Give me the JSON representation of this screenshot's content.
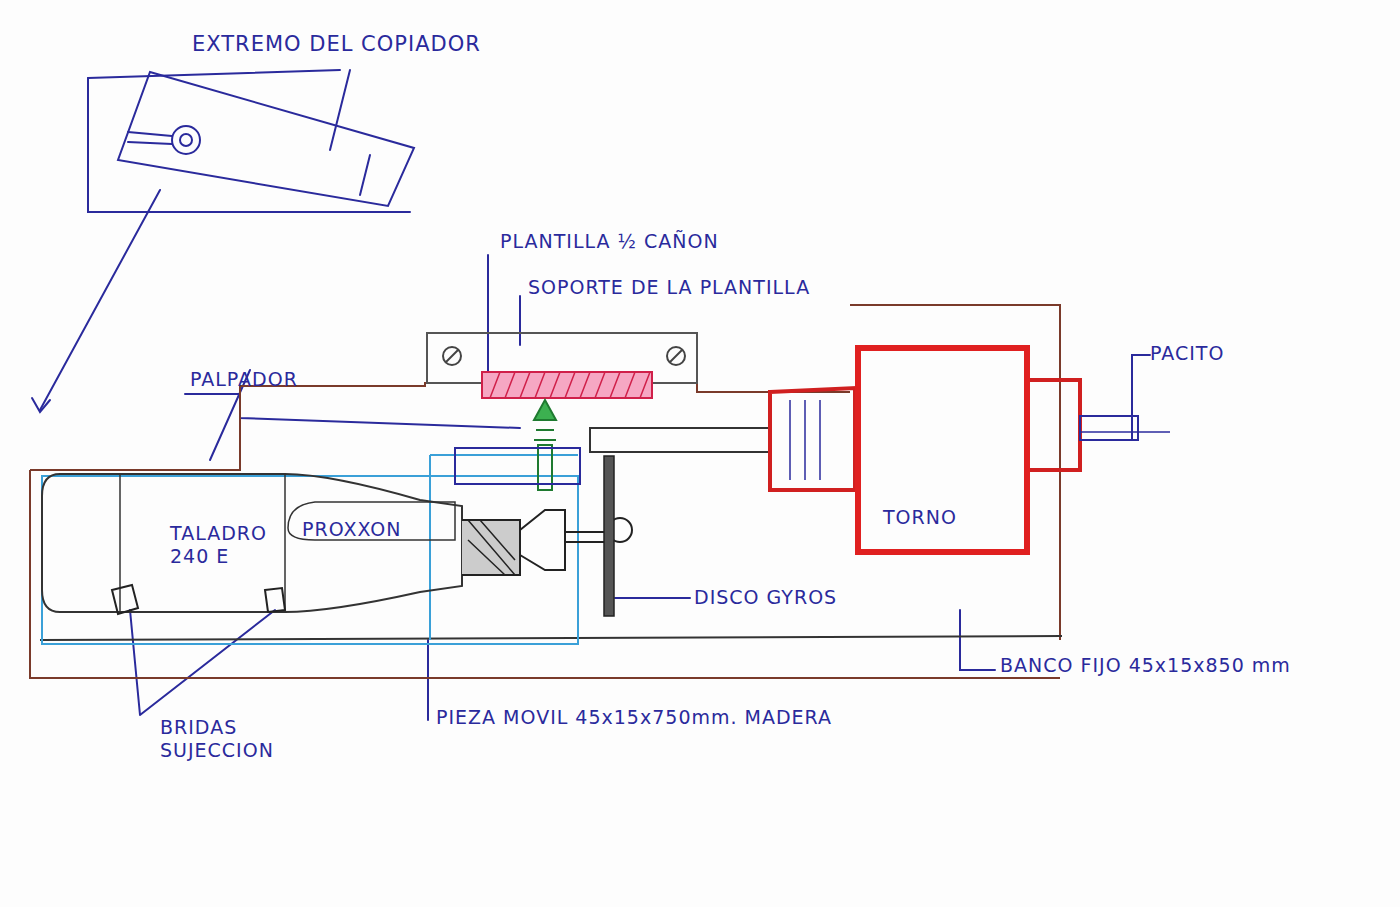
{
  "diagram": {
    "nodes": [
      {
        "text": [
          "EXTREMO DEL COPIADOR"
        ]
      },
      {
        "text": [
          "TALADRO 240 E",
          "PROXXON"
        ]
      },
      {
        "text": [
          "TORNO"
        ]
      }
    ],
    "labels": [
      "PLANTILLA ½ CAÑON",
      "SOPORTE DE LA PLANTILLA",
      "PALPADOR",
      "PACITO",
      "DISCO GYROS",
      "BANCO FIJO 45x15x850 mm",
      "PIEZA MOVIL 45x15x750mm. MADERA",
      "BRIDAS SUJECCION"
    ]
  }
}
